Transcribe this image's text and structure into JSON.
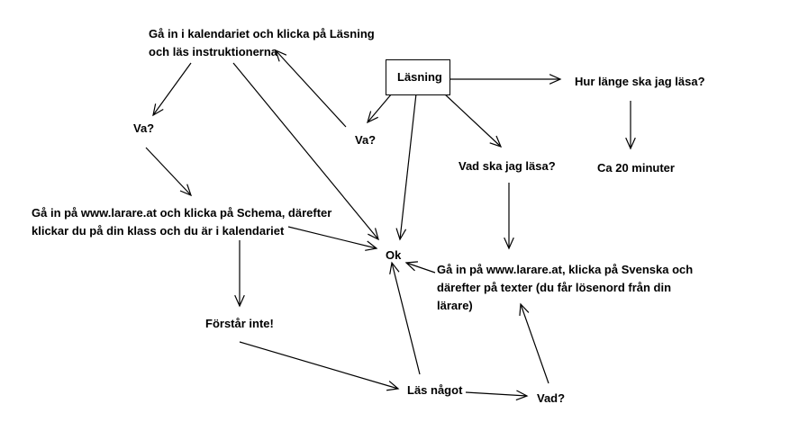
{
  "diagram": {
    "nodes": {
      "lasning": "Läsning",
      "ga_in_kalendariet": "Gå in i kalendariet och klicka på Läsning\noch läs instruktionerna",
      "va_left": "Va?",
      "va_mid": "Va?",
      "hur_lange": "Hur länge ska jag läsa?",
      "ca_20": "Ca 20 minuter",
      "vad_ska": "Vad ska jag läsa?",
      "ga_in_schema": "Gå in på www.larare.at och klicka på Schema, därefter\nklickar du på din klass och du är i kalendariet",
      "ok": "Ok",
      "ga_in_svenska": "Gå in på www.larare.at, klicka på Svenska och\ndärefter på texter (du får lösenord från din\nlärare)",
      "forstar_inte": "Förstår inte!",
      "las_nagot": "Läs något",
      "vad": "Vad?"
    }
  }
}
